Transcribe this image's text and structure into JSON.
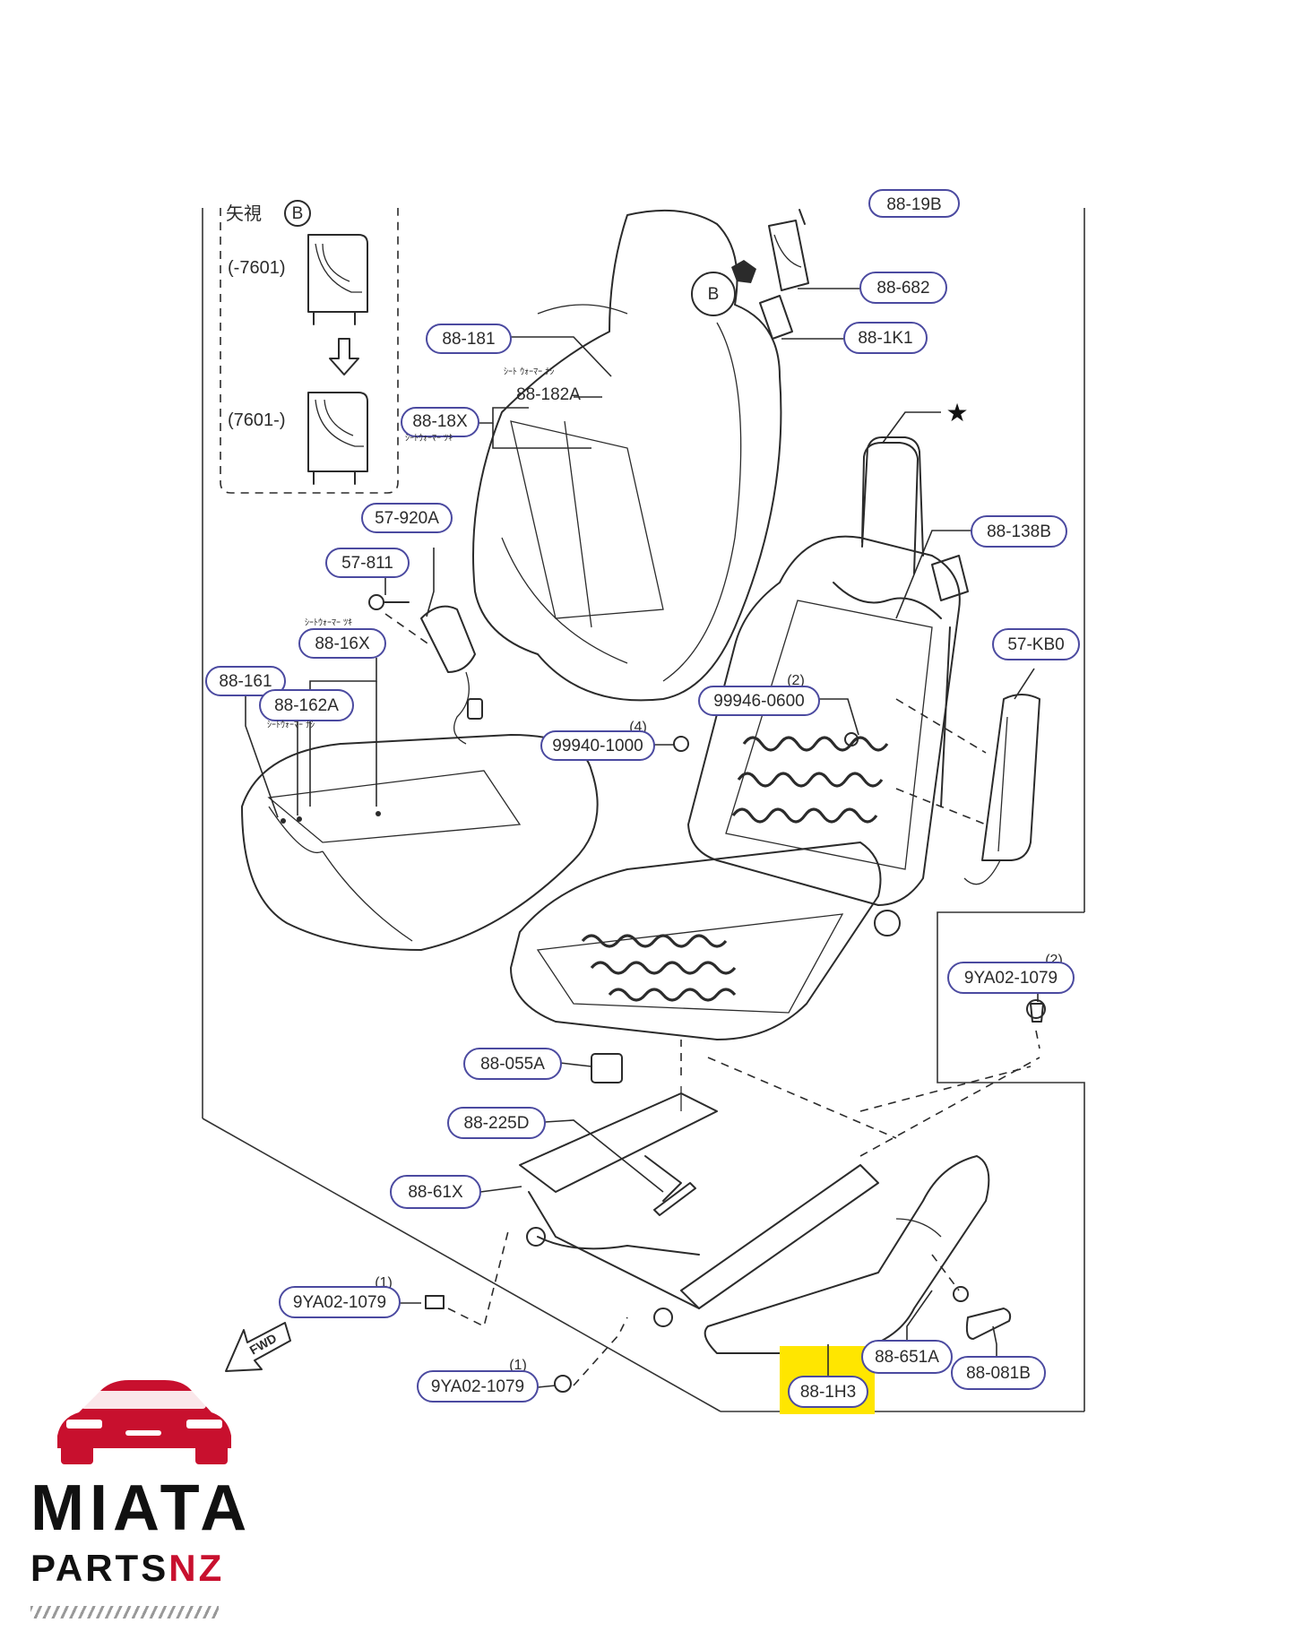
{
  "diagram": {
    "inset_view": {
      "title": "矢視",
      "letter": "B",
      "labels": [
        "(-7601)",
        "(7601-)"
      ]
    },
    "view_marker": "B",
    "star_marker": "★",
    "callouts": [
      {
        "id": "88-181",
        "text": "88-181"
      },
      {
        "id": "88-182A",
        "text": "88-182A",
        "note": "ｼｰﾄ ｳｫｰﾏｰ ﾅｼ"
      },
      {
        "id": "88-18X",
        "text": "88-18X",
        "note": "ｼｰﾄｳｫｰﾏｰ ﾂｷ"
      },
      {
        "id": "88-682",
        "text": "88-682"
      },
      {
        "id": "88-1K1",
        "text": "88-1K1"
      },
      {
        "id": "88-138B",
        "text": "88-138B"
      },
      {
        "id": "57-920A",
        "text": "57-920A"
      },
      {
        "id": "57-811",
        "text": "57-811"
      },
      {
        "id": "88-16X",
        "text": "88-16X",
        "note": "ｼｰﾄｳｫｰﾏｰ ﾂｷ"
      },
      {
        "id": "88-161",
        "text": "88-161"
      },
      {
        "id": "88-162A",
        "text": "88-162A",
        "note": "ｼｰﾄｳｫｰﾏｰ ﾅｼ"
      },
      {
        "id": "57-KB0",
        "text": "57-KB0"
      },
      {
        "id": "99946-0600",
        "text": "99946-0600",
        "qty": "(2)"
      },
      {
        "id": "99940-1000",
        "text": "99940-1000",
        "qty": "(4)"
      },
      {
        "id": "9YA02-1079-r",
        "text": "9YA02-1079",
        "qty": "(2)"
      },
      {
        "id": "88-055A",
        "text": "88-055A"
      },
      {
        "id": "88-225D",
        "text": "88-225D"
      },
      {
        "id": "88-61X",
        "text": "88-61X"
      },
      {
        "id": "9YA02-1079-l",
        "text": "9YA02-1079",
        "qty": "(1)"
      },
      {
        "id": "9YA02-1079-b",
        "text": "9YA02-1079",
        "qty": "(1)"
      },
      {
        "id": "88-651A",
        "text": "88-651A"
      },
      {
        "id": "88-081B",
        "text": "88-081B"
      },
      {
        "id": "88-1H3",
        "text": "88-1H3",
        "highlighted": true
      }
    ],
    "partial_callout": "88-19B",
    "fwd_label": "FWD",
    "highlight_color": "#ffe600"
  },
  "brand": {
    "name_line1": "MIATA",
    "name_line2": "PARTS",
    "name_suffix": "NZ",
    "accent_color": "#c8102e"
  }
}
